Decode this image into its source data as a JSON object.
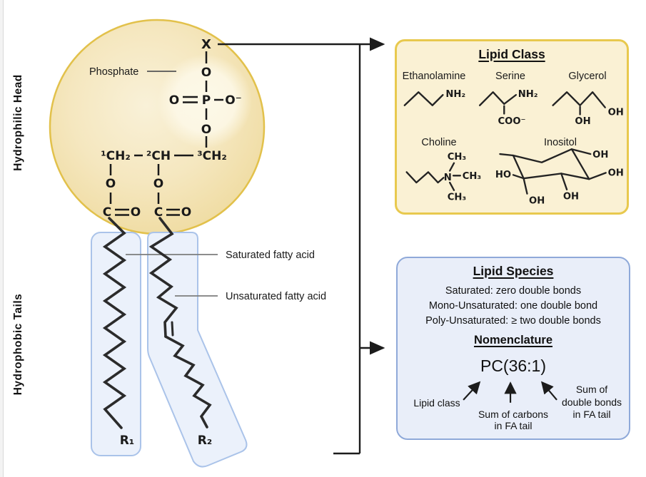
{
  "labels": {
    "hydrophilic_head": "Hydrophilic Head",
    "hydrophobic_tails": "Hydrophobic Tails",
    "phosphate": "Phosphate",
    "saturated_fa": "Saturated fatty acid",
    "unsaturated_fa": "Unsaturated fatty acid"
  },
  "head_structure": {
    "x_group": "X",
    "o_top": "O",
    "o_left": "O",
    "p": "P",
    "o_minus": "O⁻",
    "o_bottom": "O",
    "c1": "¹CH₂",
    "c2": "²CH",
    "c3": "³CH₂",
    "ester_o": "O",
    "carbonyl_c": "C",
    "carbonyl_o": "O",
    "r1": "R₁",
    "r2": "R₂"
  },
  "lipid_class_box": {
    "title": "Lipid Class",
    "items": [
      {
        "name": "Ethanolamine",
        "nh2": "NH₂"
      },
      {
        "name": "Serine",
        "nh2": "NH₂",
        "coo": "COO⁻"
      },
      {
        "name": "Glycerol",
        "oh_right": "OH",
        "oh_bottom": "OH"
      },
      {
        "name": "Choline",
        "n": "N",
        "ch3_top": "CH₃",
        "ch3_right": "CH₃",
        "ch3_bottom": "CH₃"
      },
      {
        "name": "Inositol",
        "ho": "HO",
        "oh_top": "OH",
        "oh_right": "OH",
        "oh_bottom_left": "OH",
        "oh_bottom_right": "OH"
      }
    ]
  },
  "lipid_species_box": {
    "title": "Lipid Species",
    "lines": [
      "Saturated: zero double bonds",
      "Mono-Unsaturated: one double bond",
      "Poly-Unsaturated: ≥ two double bonds"
    ],
    "nomenclature_title": "Nomenclature",
    "example": "PC(36:1)",
    "annotations": {
      "lipid_class": "Lipid class",
      "carbons_l1": "Sum of carbons",
      "carbons_l2": "in FA tail",
      "bonds_l1": "Sum of",
      "bonds_l2": "double bonds",
      "bonds_l3": "in FA tail"
    }
  },
  "colors": {
    "head_fill": "#f5e7bf",
    "head_border": "#e2c14b",
    "highlight": "#fdf9e9",
    "tail_fill": "#ebf1fb",
    "tail_border": "#aac3e9",
    "class_box_fill": "#faf1d4",
    "class_box_border": "#e8c94e",
    "species_box_fill": "#e9eef9",
    "species_box_border": "#8fa9d9",
    "structure_line": "#232323"
  }
}
